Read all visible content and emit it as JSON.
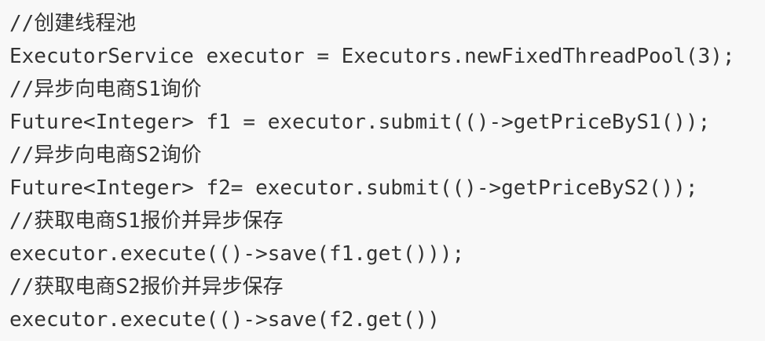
{
  "code": {
    "lines": [
      "//创建线程池",
      "ExecutorService executor = Executors.newFixedThreadPool(3);",
      "//异步向电商S1询价",
      "Future<Integer> f1 = executor.submit(()->getPriceByS1());",
      "//异步向电商S2询价",
      "Future<Integer> f2= executor.submit(()->getPriceByS2());",
      "//获取电商S1报价并异步保存",
      "executor.execute(()->save(f1.get()));",
      "//获取电商S2报价并异步保存",
      "executor.execute(()->save(f2.get())"
    ]
  }
}
